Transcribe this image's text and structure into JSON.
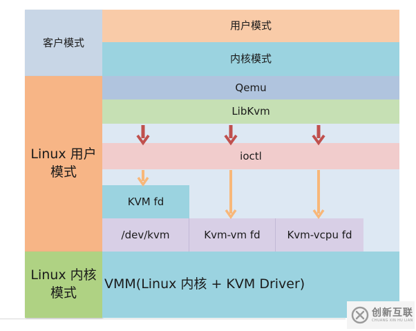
{
  "colors": {
    "guest_mode_bg": "#c8d6e6",
    "user_mode_bg": "#f9cba8",
    "kernel_mode_bg": "#9bd3e0",
    "linux_user_mode_bg": "#f7b586",
    "qemu_bg": "#b0c4de",
    "libkvm_bg": "#c6e0b4",
    "interior_bg": "#dde8f3",
    "ioctl_bg": "#f1cccc",
    "kvm_fd_bg": "#9bd3e0",
    "dev_fd_bg": "#d8cfe6",
    "linux_kernel_mode_bg": "#afd283",
    "vmm_bg": "#9bd3e0",
    "red_arrow": "#c0504d",
    "orange_arrow": "#f8b779"
  },
  "diagram": {
    "guest_mode": "客户模式",
    "user_mode": "用户模式",
    "kernel_mode": "内核模式",
    "linux_user_mode": "Linux 用户\n模式",
    "qemu": "Qemu",
    "libkvm": "LibKvm",
    "ioctl": "ioctl",
    "kvm_fd": "KVM fd",
    "dev_kvm": "/dev/kvm",
    "kvm_vm_fd": "Kvm-vm fd",
    "kvm_vcpu_fd": "Kvm-vcpu fd",
    "linux_kernel_mode": "Linux 内核\n模式",
    "vmm": "VMM(Linux  内核 + KVM Driver)"
  },
  "watermark": {
    "brand": "创新互联",
    "sub": "CHUANG XIN HU LIAN",
    "icon": "brand-logo-icon"
  }
}
